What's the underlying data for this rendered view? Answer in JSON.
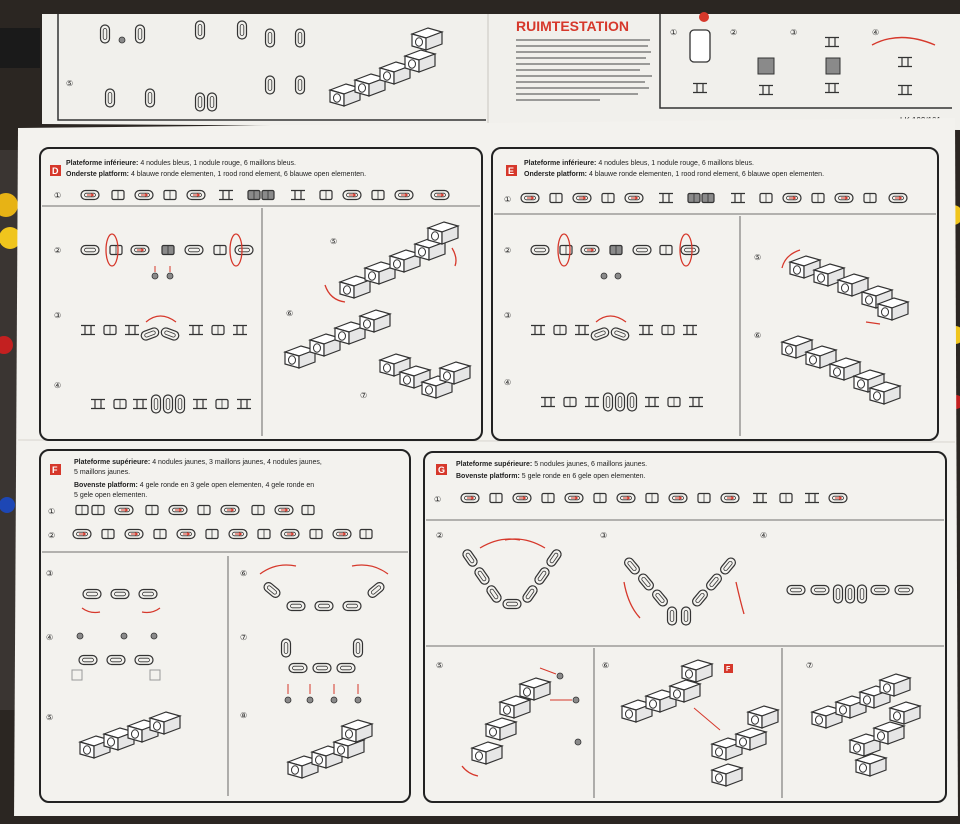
{
  "top_sheet": {
    "title": "RUIMTESTATION",
    "step_numbers": [
      "①",
      "②",
      "③",
      "④"
    ],
    "left_step": "⑤",
    "ref_code": "LK 192/101"
  },
  "panels": {
    "D": {
      "letter": "D",
      "fr_label": "Plateforme inférieure:",
      "fr_text": "4 nodules bleus, 1 nodule rouge, 6 maillons bleus.",
      "nl_label": "Onderste platform:",
      "nl_text": "4 blauwe ronde elementen, 1 rood rond element, 6 blauwe open elementen.",
      "steps": [
        "①",
        "②",
        "③",
        "④",
        "⑤",
        "⑥",
        "⑦"
      ]
    },
    "E": {
      "letter": "E",
      "fr_label": "Plateforme inférieure:",
      "fr_text": "4 nodules bleus, 1 nodule rouge, 6 maillons bleus.",
      "nl_label": "Onderste platform:",
      "nl_text": "4 blauwe ronde elementen, 1 rood rond element, 6 blauwe open elementen.",
      "steps": [
        "①",
        "②",
        "③",
        "④",
        "⑤",
        "⑥"
      ]
    },
    "F": {
      "letter": "F",
      "fr_label": "Plateforme supérieure:",
      "fr_text_1": "4 nodules jaunes, 3 maillons jaunes, 4 nodules jaunes,",
      "fr_text_2": "5 maillons jaunes.",
      "nl_label": "Bovenste platform:",
      "nl_text_1": "4 gele ronde en 3 gele open elementen, 4 gele ronde en",
      "nl_text_2": "5 gele open elementen.",
      "steps": [
        "①",
        "②",
        "③",
        "④",
        "⑤",
        "⑥",
        "⑦",
        "⑧"
      ]
    },
    "G": {
      "letter": "G",
      "fr_label": "Plateforme supérieure:",
      "fr_text": "5 nodules jaunes, 6 maillons jaunes.",
      "nl_label": "Bovenste platform:",
      "nl_text": "5 gele ronde en 6 gele open elementen.",
      "steps": [
        "①",
        "②",
        "③",
        "④",
        "⑤",
        "⑥",
        "⑦"
      ],
      "ref_letter": "F"
    }
  },
  "colors": {
    "accent": "#d6382b",
    "paper": "#f3f2ee",
    "ink": "#1e1e1e"
  }
}
